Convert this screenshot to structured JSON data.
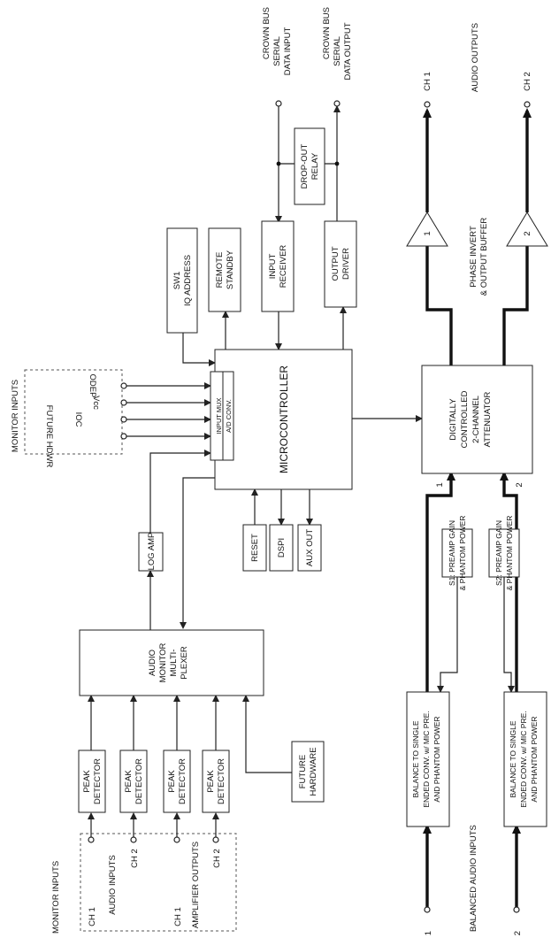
{
  "groups": {
    "monitor_inputs_left": "MONITOR INPUTS",
    "monitor_inputs_top": "MONITOR INPUTS",
    "balanced_audio_inputs": "BALANCED AUDIO INPUTS",
    "audio_outputs": "AUDIO OUTPUTS",
    "phase_invert_line1": "PHASE INVERT",
    "phase_invert_line2": "& OUTPUT BUFFER"
  },
  "left_inputs": {
    "ch1": "CH 1",
    "audio_inputs": "AUDIO INPUTS",
    "ch2": "CH 2",
    "ch1b": "CH 1",
    "amplifier_outputs": "AMPLIFIER OUTPUTS",
    "ch2b": "CH 2"
  },
  "peak_detector": {
    "line1": "PEAK",
    "line2": "DETECTOR"
  },
  "audio_monitor_mux": {
    "line1": "AUDIO",
    "line2": "MONITOR",
    "line3": "MULTI-",
    "line4": "PLEXER"
  },
  "future_hardware": {
    "line1": "FUTURE",
    "line2": "HARDWARE"
  },
  "log_amp": "LOG AMP",
  "monitor_signals": [
    "FUTURE HDWR",
    "IOC",
    "Vcc",
    "ODEP"
  ],
  "input_mux": "INPUT MUX",
  "ad_conv": "A/D CONV.",
  "microcontroller": "MICROCONTROLLER",
  "reset": "RESET",
  "dspi": "DSPI",
  "aux_out": "AUX OUT",
  "sw1": {
    "line1": "SW1",
    "line2": "IQ ADDRESS"
  },
  "remote_standby": {
    "line1": "REMOTE",
    "line2": "STANDBY"
  },
  "input_receiver": {
    "line1": "INPUT",
    "line2": "RECEIVER"
  },
  "output_driver": {
    "line1": "OUTPUT",
    "line2": "DRIVER"
  },
  "dropout_relay": {
    "line1": "DROP-OUT",
    "line2": "RELAY"
  },
  "crown_bus_input": {
    "line1": "CROWN BUS",
    "line2": "SERIAL",
    "line3": "DATA INPUT"
  },
  "crown_bus_output": {
    "line1": "CROWN BUS",
    "line2": "SERIAL",
    "line3": "DATA OUTPUT"
  },
  "attenuator": {
    "line1": "DIGITALLY",
    "line2": "CONTROLLED",
    "line3": "2-CHANNEL",
    "line4": "ATTENUATOR"
  },
  "attenuator_in1": "1",
  "attenuator_in2": "2",
  "balance_to_single": {
    "line1": "BALANCE TO SINGLE",
    "line2": "ENDED CONV. w/ MIC PRE.",
    "line3": "AND PHANTOM POWER"
  },
  "s1_preamp": {
    "line1": "S1: PREAMP GAIN",
    "line2": "& PHANTOM POWER"
  },
  "s2_preamp": {
    "line1": "S2: PREAMP GAIN",
    "line2": "& PHANTOM POWER"
  },
  "output_buffer_1": "1",
  "output_buffer_2": "2",
  "ch1_in": "CH 1",
  "ch2_in": "CH 2",
  "ch1_out": "CH 1",
  "ch2_out": "CH 2"
}
